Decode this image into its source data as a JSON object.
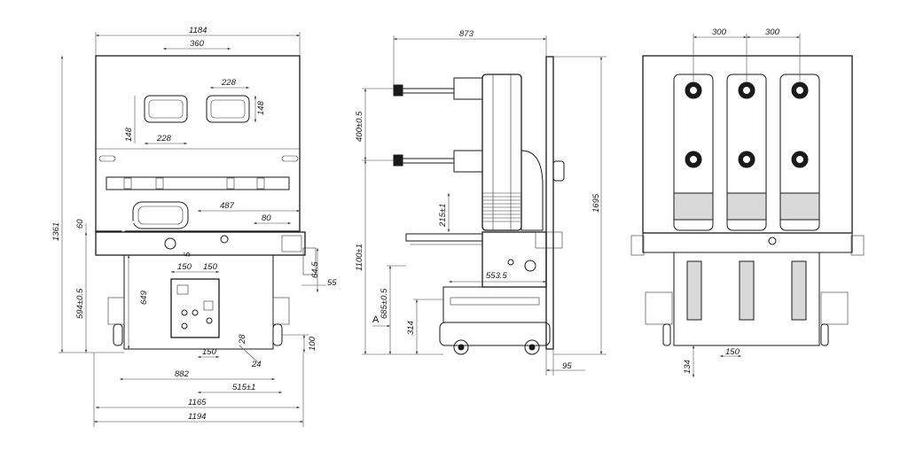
{
  "front_view": {
    "dims": {
      "d1184": "1184",
      "d360": "360",
      "d228a": "228",
      "d148a": "148",
      "d148b": "148",
      "d228b": "228",
      "d487": "487",
      "d80": "80",
      "d60": "60",
      "d1361": "1361",
      "d594": "594±0.5",
      "d649": "649",
      "d150a": "150",
      "d150b": "150",
      "d5": "5",
      "d64": "64.5",
      "d55": "55",
      "d28": "28",
      "d150c": "150",
      "d24": "24",
      "d100": "100",
      "d882": "882",
      "d515": "515±1",
      "d1165": "1165",
      "d1194": "1194"
    }
  },
  "side_view": {
    "dims": {
      "d873": "873",
      "d400": "400±0.5",
      "d1695": "1695",
      "d215": "215±1",
      "d1100": "1100±1",
      "d553": "553.5",
      "d685": "685±0.5",
      "d314": "314",
      "d95": "95",
      "labelA": "A"
    }
  },
  "rear_view": {
    "dims": {
      "d300a": "300",
      "d300b": "300",
      "d134": "134",
      "d150": "150"
    }
  }
}
